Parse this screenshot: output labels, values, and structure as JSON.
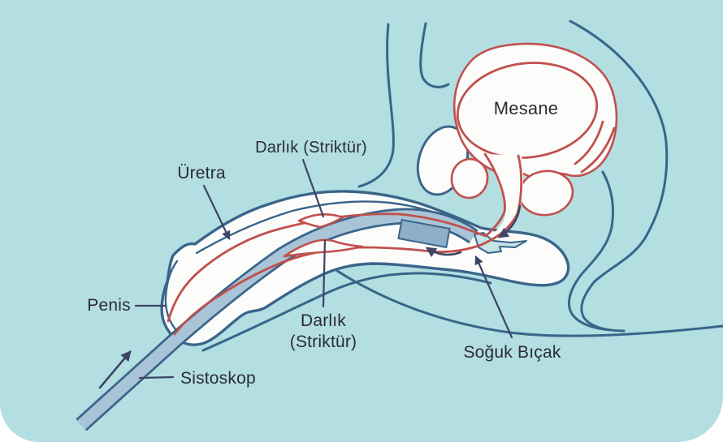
{
  "illustration": {
    "description": "Cold-knife internal urethrotomy diagram (urethral stricture treatment)",
    "labels": {
      "mesane": "Mesane",
      "striktur_top": "Darlık (Striktür)",
      "uretra": "Üretra",
      "penis": "Penis",
      "striktur_bottom_line1": "Darlık",
      "striktur_bottom_line2": "(Striktür)",
      "sistoskop": "Sistoskop",
      "soguk_bicak": "Soğuk Bıçak"
    },
    "colors": {
      "background": "#b3dee2",
      "anatomy_outline_blue": "#3a658a",
      "urethra_lining_red": "#c0504e",
      "cystoscope_fill": "#aac4d7",
      "cystoscope_element_fill": "#8cafc7",
      "knife_fill": "#c6e3e5",
      "arrow_navy": "#3e4566",
      "tissue_white": "#fcfdfb",
      "text": "#2b2c31"
    }
  }
}
